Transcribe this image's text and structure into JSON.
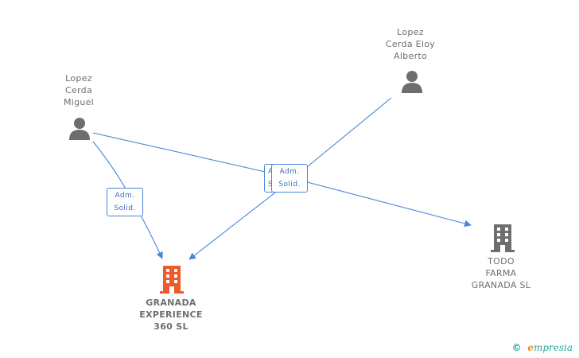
{
  "nodes": {
    "person_miguel": {
      "label": "Lopez\nCerda\nMiguel"
    },
    "person_eloy": {
      "label": "Lopez\nCerda Eloy\nAlberto"
    },
    "company_granada": {
      "label": "GRANADA\nEXPERIENCE\n360  SL",
      "color": "#f05a28"
    },
    "company_todo": {
      "label": "TODO\nFARMA\nGRANADA  SL",
      "color": "#6e6e6e"
    }
  },
  "edges": {
    "miguel_granada": {
      "label": "Adm.\nSolid."
    },
    "eloy_granada": {
      "label": "Adm.\nSolid."
    },
    "miguel_todo_behind": {
      "label": "A\nS"
    }
  },
  "colors": {
    "edge": "#4a86d8",
    "person_icon": "#6e6e6e"
  },
  "footer": {
    "copyright": "©",
    "brand_first": "e",
    "brand_rest": "mpresia"
  }
}
